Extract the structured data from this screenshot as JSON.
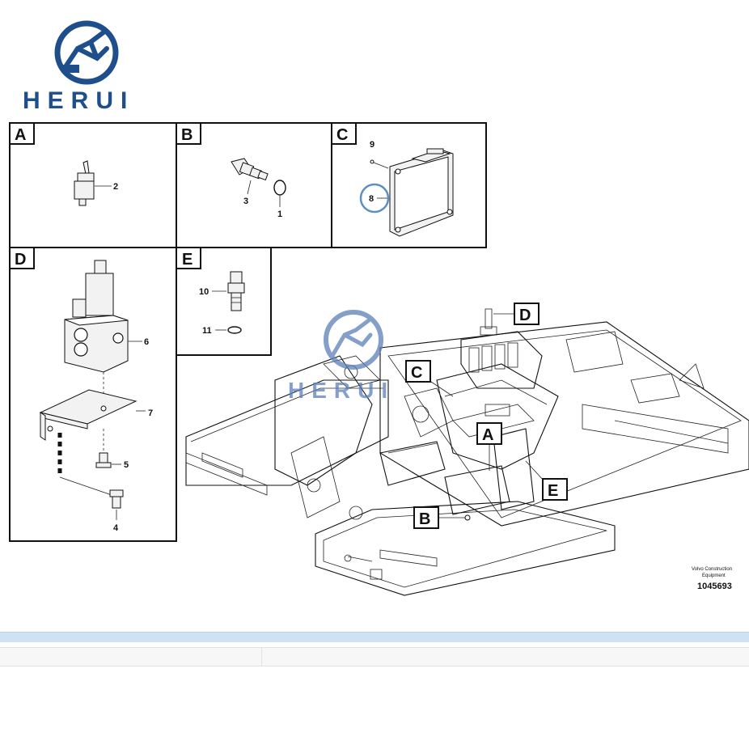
{
  "logo": {
    "text": "HERUI",
    "color": "#1f4e8c"
  },
  "watermark": {
    "text": "HERUI",
    "color": "#1f4e8c"
  },
  "panels": [
    {
      "id": "A",
      "callouts": [
        "2"
      ]
    },
    {
      "id": "B",
      "callouts": [
        "3",
        "1"
      ]
    },
    {
      "id": "C",
      "callouts": [
        "9",
        "8"
      ]
    },
    {
      "id": "D",
      "callouts": [
        "6",
        "7",
        "5",
        "4"
      ]
    },
    {
      "id": "E",
      "callouts": [
        "10",
        "11"
      ]
    }
  ],
  "main_labels": [
    "D",
    "C",
    "A",
    "E",
    "B"
  ],
  "footer": {
    "line1": "Volvo Construction",
    "line2": "Equipment",
    "doc_number": "1045693"
  },
  "colors": {
    "highlight_ring": "#5b8fc7",
    "panel_border": "#111111"
  }
}
